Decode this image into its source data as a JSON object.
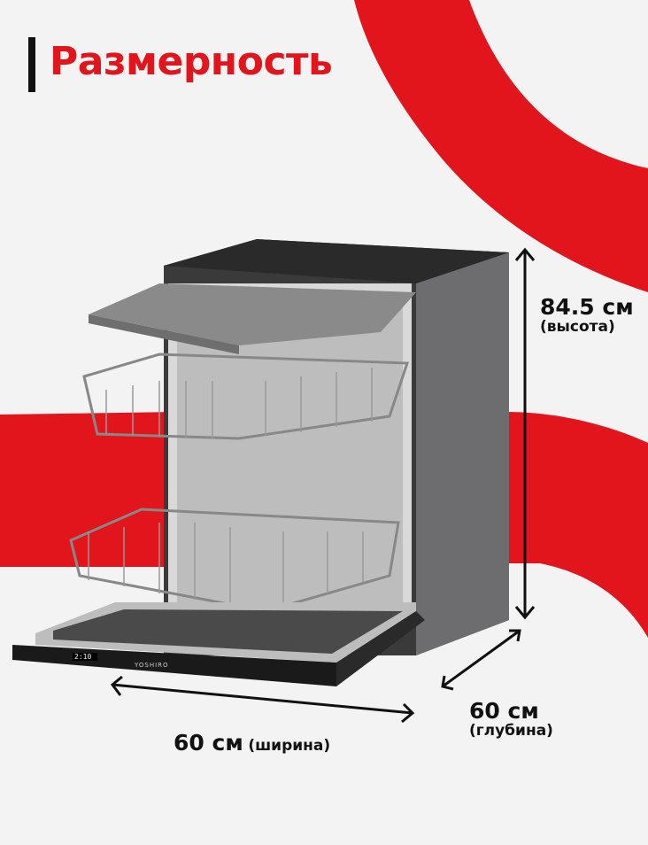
{
  "title": "Размерность",
  "brand": "YOSHIRO",
  "display_time": "2:10",
  "dimensions": {
    "height": {
      "value": "84.5 см",
      "label": "(высота)"
    },
    "depth": {
      "value": "60 см",
      "label": "(глубина)"
    },
    "width": {
      "value": "60 см",
      "label": "(ширина)"
    }
  },
  "colors": {
    "accent": "#e2141c",
    "background": "#f3f3f3",
    "text": "#111111"
  }
}
